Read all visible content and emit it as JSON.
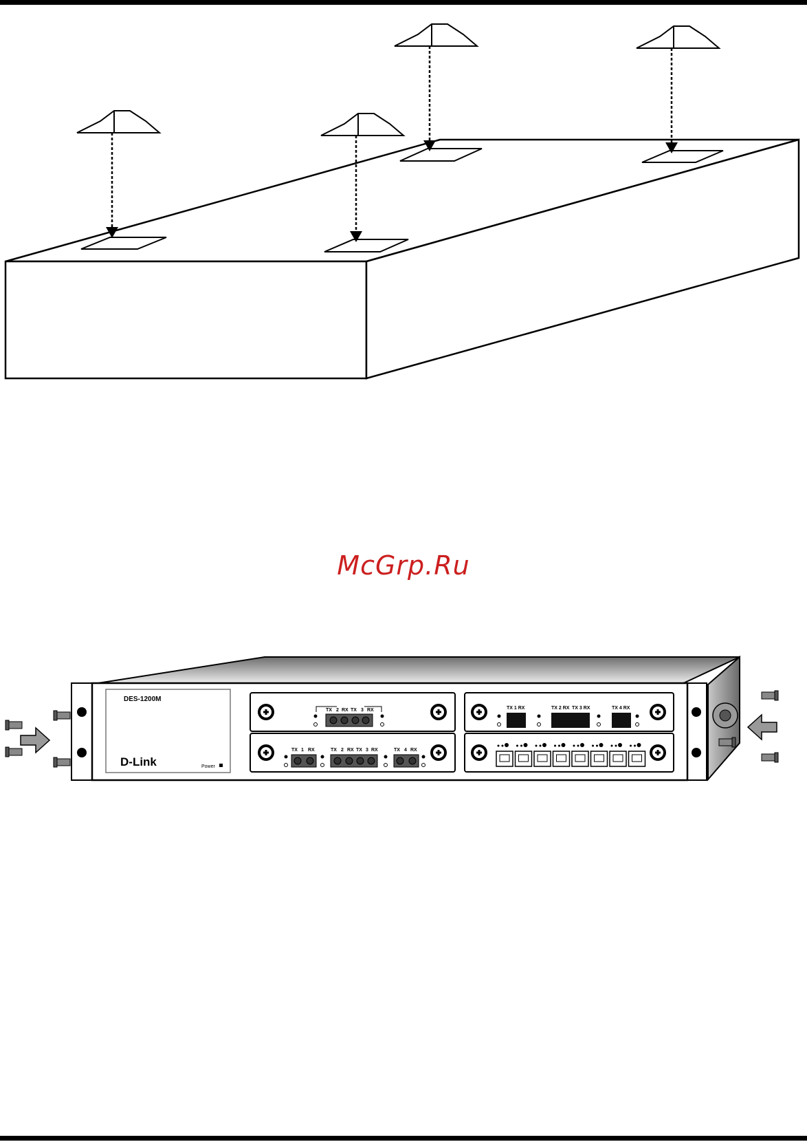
{
  "watermark": {
    "text": "McGrp.Ru",
    "color": "#cc1f1f"
  },
  "device": {
    "model_label": "DES-1200M",
    "brand_label": "D-Link",
    "power_label": "Power"
  },
  "modules": {
    "top_left": {
      "labels": [
        "TX",
        "2",
        "RX",
        "TX",
        "3",
        "RX"
      ]
    },
    "bottom_left": {
      "labels": [
        "TX",
        "1",
        "RX",
        "TX",
        "2",
        "RX",
        "TX",
        "3",
        "RX",
        "TX",
        "4",
        "RX"
      ]
    },
    "top_right": {
      "labels": [
        "TX 1 RX",
        "TX 2 RX",
        "TX 3 RX",
        "TX 4 RX"
      ]
    },
    "bottom_right": {
      "port_count": 8
    }
  },
  "icons": [
    "rubber-foot-icon",
    "foot-slot-icon",
    "screw-icon",
    "insert-arrow-icon",
    "mounting-hole-icon",
    "thumbscrew-icon"
  ]
}
